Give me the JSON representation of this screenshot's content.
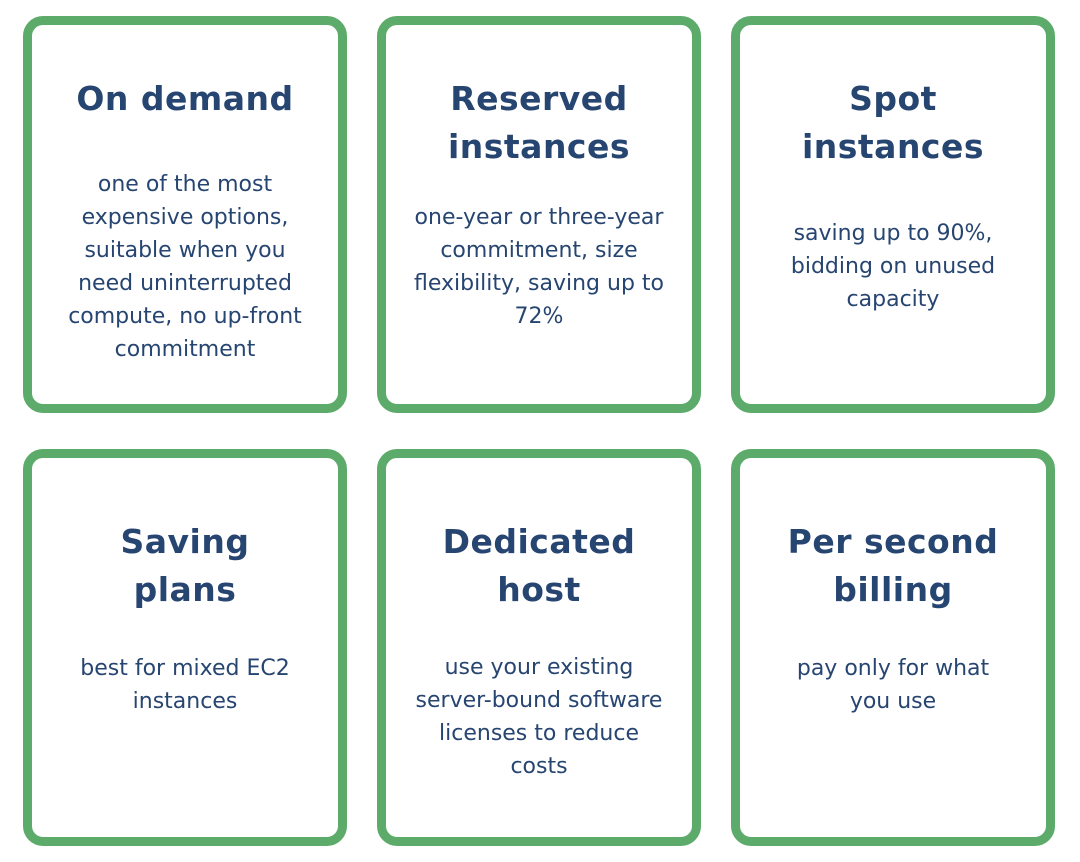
{
  "cards": [
    {
      "title": "On demand",
      "description": "one of the most expensive options, suitable when you need uninterrupted compute, no up-front commitment"
    },
    {
      "title": "Reserved instances",
      "description": "one-year or three-year commitment, size flexibility, saving up to 72%"
    },
    {
      "title": "Spot instances",
      "description": "saving up to 90%, bidding on unused capacity"
    },
    {
      "title": "Saving plans",
      "description": "best for mixed EC2 instances"
    },
    {
      "title": "Dedicated host",
      "description": "use your existing server-bound software licenses to reduce costs"
    },
    {
      "title": "Per second billing",
      "description": "pay only for what you use"
    }
  ],
  "colors": {
    "border": "#5dab6a",
    "text": "#274571",
    "background": "#ffffff"
  }
}
